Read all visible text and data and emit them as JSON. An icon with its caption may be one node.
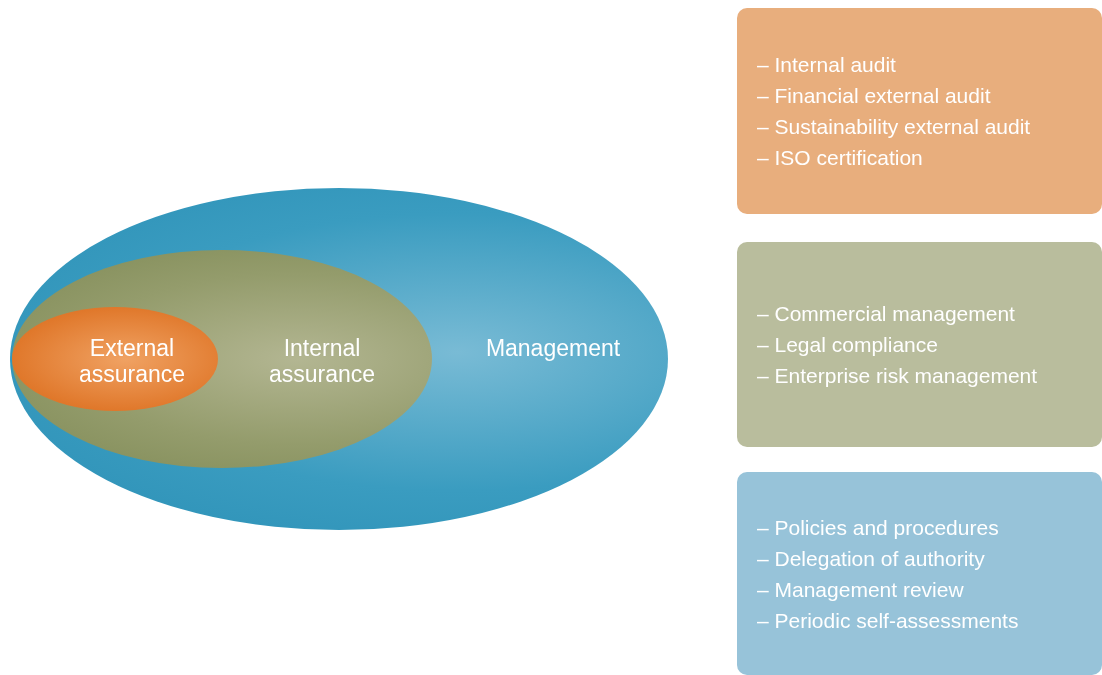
{
  "diagram": {
    "nodes": [
      {
        "text": [
          "Management"
        ]
      },
      {
        "text": [
          "Internal assurance"
        ],
        "in": 0
      },
      {
        "text": [
          "External assurance"
        ],
        "in": 1
      },
      {
        "text": [
          "– Internal audit",
          "– Financial external audit",
          "– Sustainability external audit",
          "– ISO certification"
        ]
      },
      {
        "text": [
          "– Commercial management",
          "– Legal compliance",
          "– Enterprise risk management"
        ]
      },
      {
        "text": [
          "– Policies and procedures",
          "– Delegation of authority",
          "– Management review",
          "– Periodic self-assessments"
        ]
      }
    ]
  }
}
